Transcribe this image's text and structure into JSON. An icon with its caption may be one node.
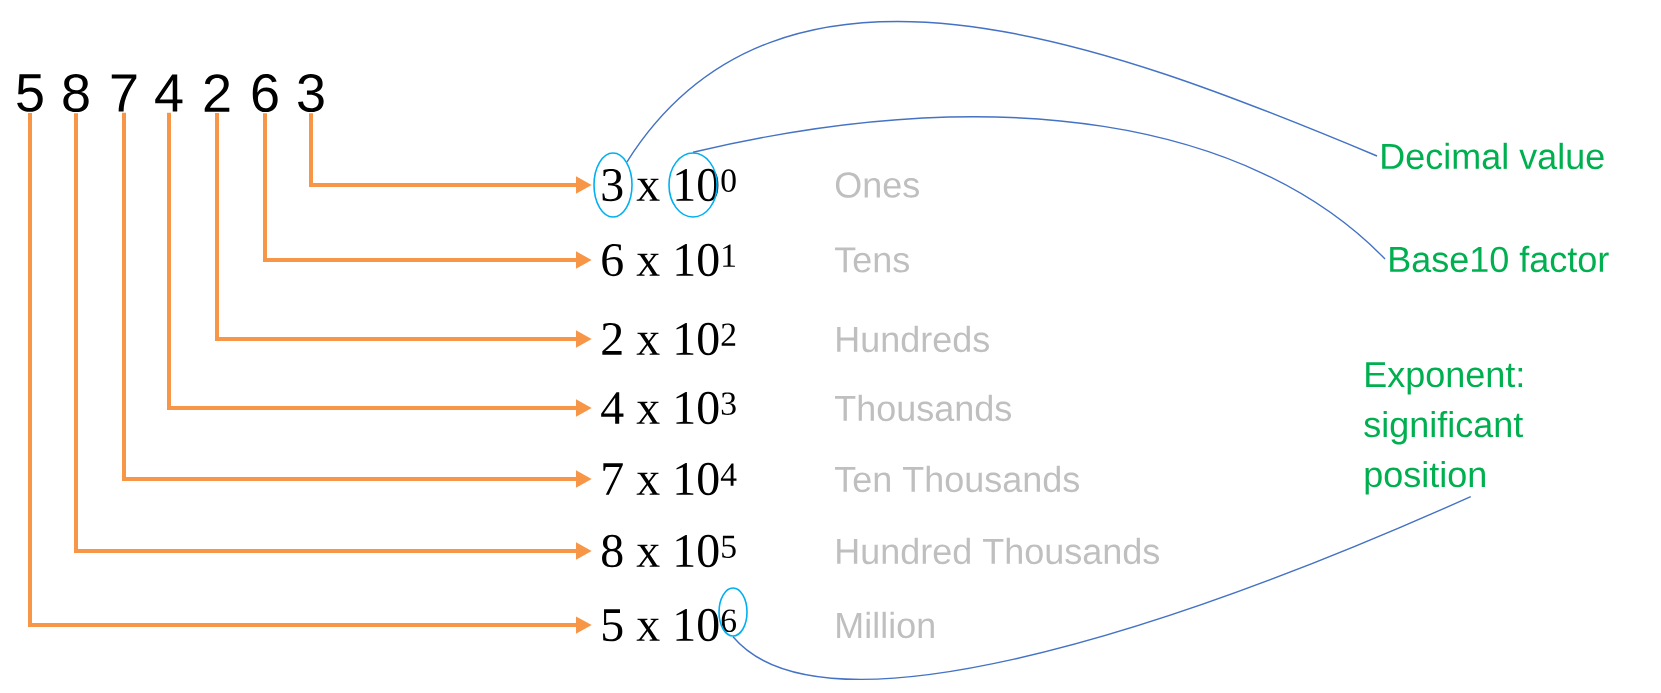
{
  "diagram": {
    "nodes": [
      {
        "text": [
          "5"
        ]
      },
      {
        "text": [
          "8"
        ]
      },
      {
        "text": [
          "7"
        ]
      },
      {
        "text": [
          "4"
        ]
      },
      {
        "text": [
          "2"
        ]
      },
      {
        "text": [
          "6"
        ]
      },
      {
        "text": [
          "3"
        ]
      },
      {
        "text": [
          "3 x 10$^{0}$"
        ]
      },
      {
        "text": [
          "6 x 10$^{1}$"
        ]
      },
      {
        "text": [
          "2 x 10$^{2}$"
        ]
      },
      {
        "text": [
          "4 x 10$^{3}$"
        ]
      },
      {
        "text": [
          "7 x 10$^{4}$"
        ]
      },
      {
        "text": [
          "8 x 10$^{5}$"
        ]
      },
      {
        "text": [
          "5 x 10$^{6}$"
        ]
      },
      {
        "text": [
          "Decimal value"
        ]
      },
      {
        "text": [
          "Base10 factor"
        ]
      },
      {
        "text": [
          "Exponent: significant position"
        ]
      },
      {
        "text": [],
        "shape": "circle"
      },
      {
        "text": [],
        "shape": "circle"
      },
      {
        "text": [],
        "shape": "circle"
      }
    ],
    "edges": [
      {
        "from": 6,
        "to": 7,
        "arrow": "to"
      },
      {
        "from": 5,
        "to": 8,
        "arrow": "to"
      },
      {
        "from": 4,
        "to": 9,
        "arrow": "to"
      },
      {
        "from": 3,
        "to": 10,
        "arrow": "to"
      },
      {
        "from": 2,
        "to": 11,
        "arrow": "to"
      },
      {
        "from": 1,
        "to": 12,
        "arrow": "to"
      },
      {
        "from": 0,
        "to": 13,
        "arrow": "to"
      },
      {
        "from": 14,
        "to": 17,
        "arrow": "none",
        "color": "#4472c4"
      },
      {
        "from": 15,
        "to": 18,
        "arrow": "none",
        "color": "#4472c4"
      },
      {
        "from": 16,
        "to": 19,
        "arrow": "none",
        "color": "#4472c4"
      }
    ],
    "labels": [
      "Ones",
      "Tens",
      "Hundreds",
      "Thousands",
      "Ten Thousands",
      "Hundred Thousands",
      "Million"
    ]
  }
}
